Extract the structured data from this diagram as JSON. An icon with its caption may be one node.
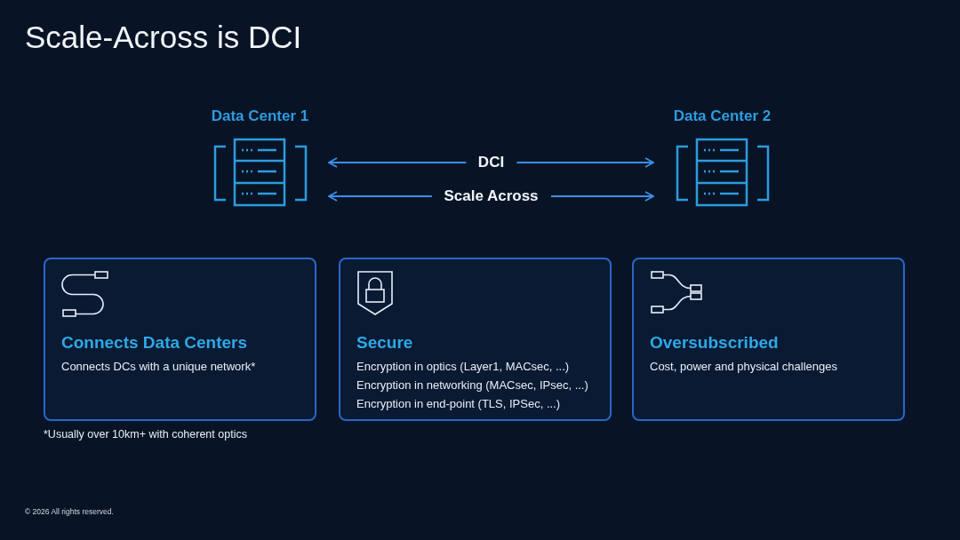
{
  "diagram": {
    "title": "Scale-Across is DCI",
    "nodes": [
      {
        "text": [
          "Data Center 1"
        ]
      },
      {
        "text": [
          "Data Center 2"
        ]
      },
      {
        "text": [
          "Connects Data Centers",
          "Connects DCs with a unique network*"
        ]
      },
      {
        "text": [
          "Secure",
          "Encryption in optics (Layer1, MACsec, ...)",
          "Encryption in networking (MACsec, IPsec, ...)",
          "Encryption in end-point (TLS, IPSec, ...)"
        ]
      },
      {
        "text": [
          "Oversubscribed",
          "Cost, power and physical challenges"
        ]
      }
    ],
    "edges": [
      {
        "from": 0,
        "to": 1,
        "arrow": "both",
        "label": "DCI"
      },
      {
        "from": 0,
        "to": 1,
        "arrow": "both",
        "label": "Scale Across"
      }
    ],
    "labels": [
      "*Usually over 10km+ with coherent optics",
      "© 2026 All rights reserved."
    ]
  }
}
